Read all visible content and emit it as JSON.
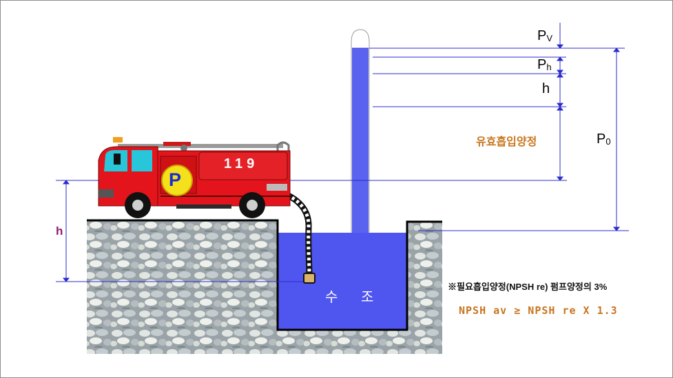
{
  "labels": {
    "pv": {
      "main": "P",
      "sub": "V"
    },
    "ph": {
      "main": "P",
      "sub": "h"
    },
    "h_right": "h",
    "p0": {
      "main": "P",
      "sub": "0"
    },
    "effective_suction_head": "유효흡입양정",
    "h_left": "h",
    "pump_badge": "P",
    "truck_number": "119",
    "tank": "수 조"
  },
  "notes": {
    "npsh_re": "※필요흡입양정(NPSH re) 펌프양정의 3%",
    "formula": "NPSH av ≥ NPSH re X 1.3"
  },
  "colors": {
    "water": "#5a62f0",
    "tank_water": "#4f55ef",
    "lines": "#2b2bcc",
    "truck_red": "#e3141b",
    "pump_yellow": "#f4e11b",
    "label_orange": "#c8751e",
    "label_purple": "#8b1c6f"
  }
}
